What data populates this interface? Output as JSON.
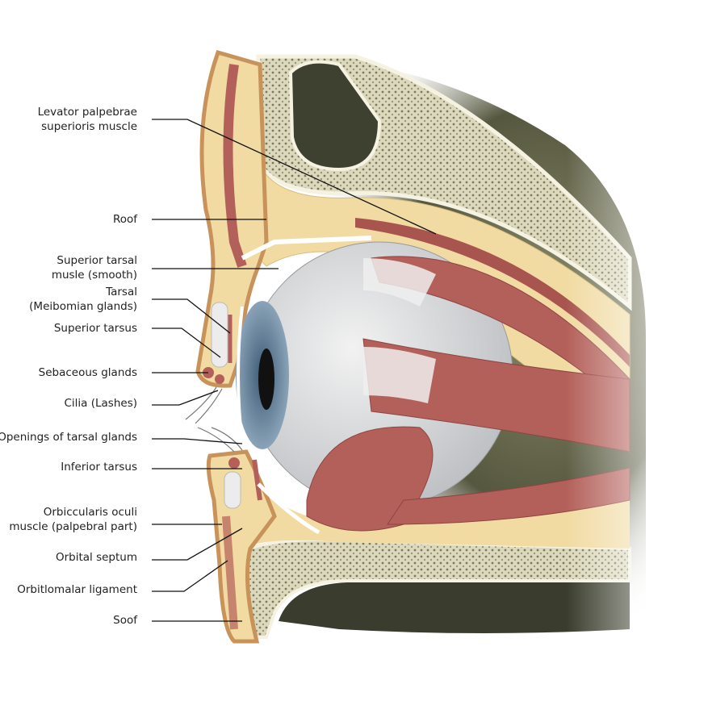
{
  "labels": {
    "levator": [
      "Levator palpebrae",
      "superioris muscle"
    ],
    "roof": "Roof",
    "superior_tarsal_muscle": [
      "Superior tarsal",
      "musle (smooth)"
    ],
    "tarsal": [
      "Tarsal",
      "(Meibomian glands)"
    ],
    "superior_tarsus": "Superior tarsus",
    "sebaceous_glands": "Sebaceous glands",
    "cilia": "Cilia (Lashes)",
    "openings": "Openings of tarsal glands",
    "inferior_tarsus": "Inferior tarsus",
    "orbicularis": [
      "Orbiccularis oculi",
      "muscle (palpebral part)"
    ],
    "orbital_septum": "Orbital septum",
    "orbitomalar": "Orbitlomalar ligament",
    "soof": "Soof"
  },
  "colors": {
    "bone": "#d9d4b4",
    "fat": "#f1dba3",
    "skin": "#c8935a",
    "muscle": "#b4605a",
    "eye": "#dcdcdc",
    "iris": "#6d8aa4",
    "sinus": "#3c3f2e"
  }
}
